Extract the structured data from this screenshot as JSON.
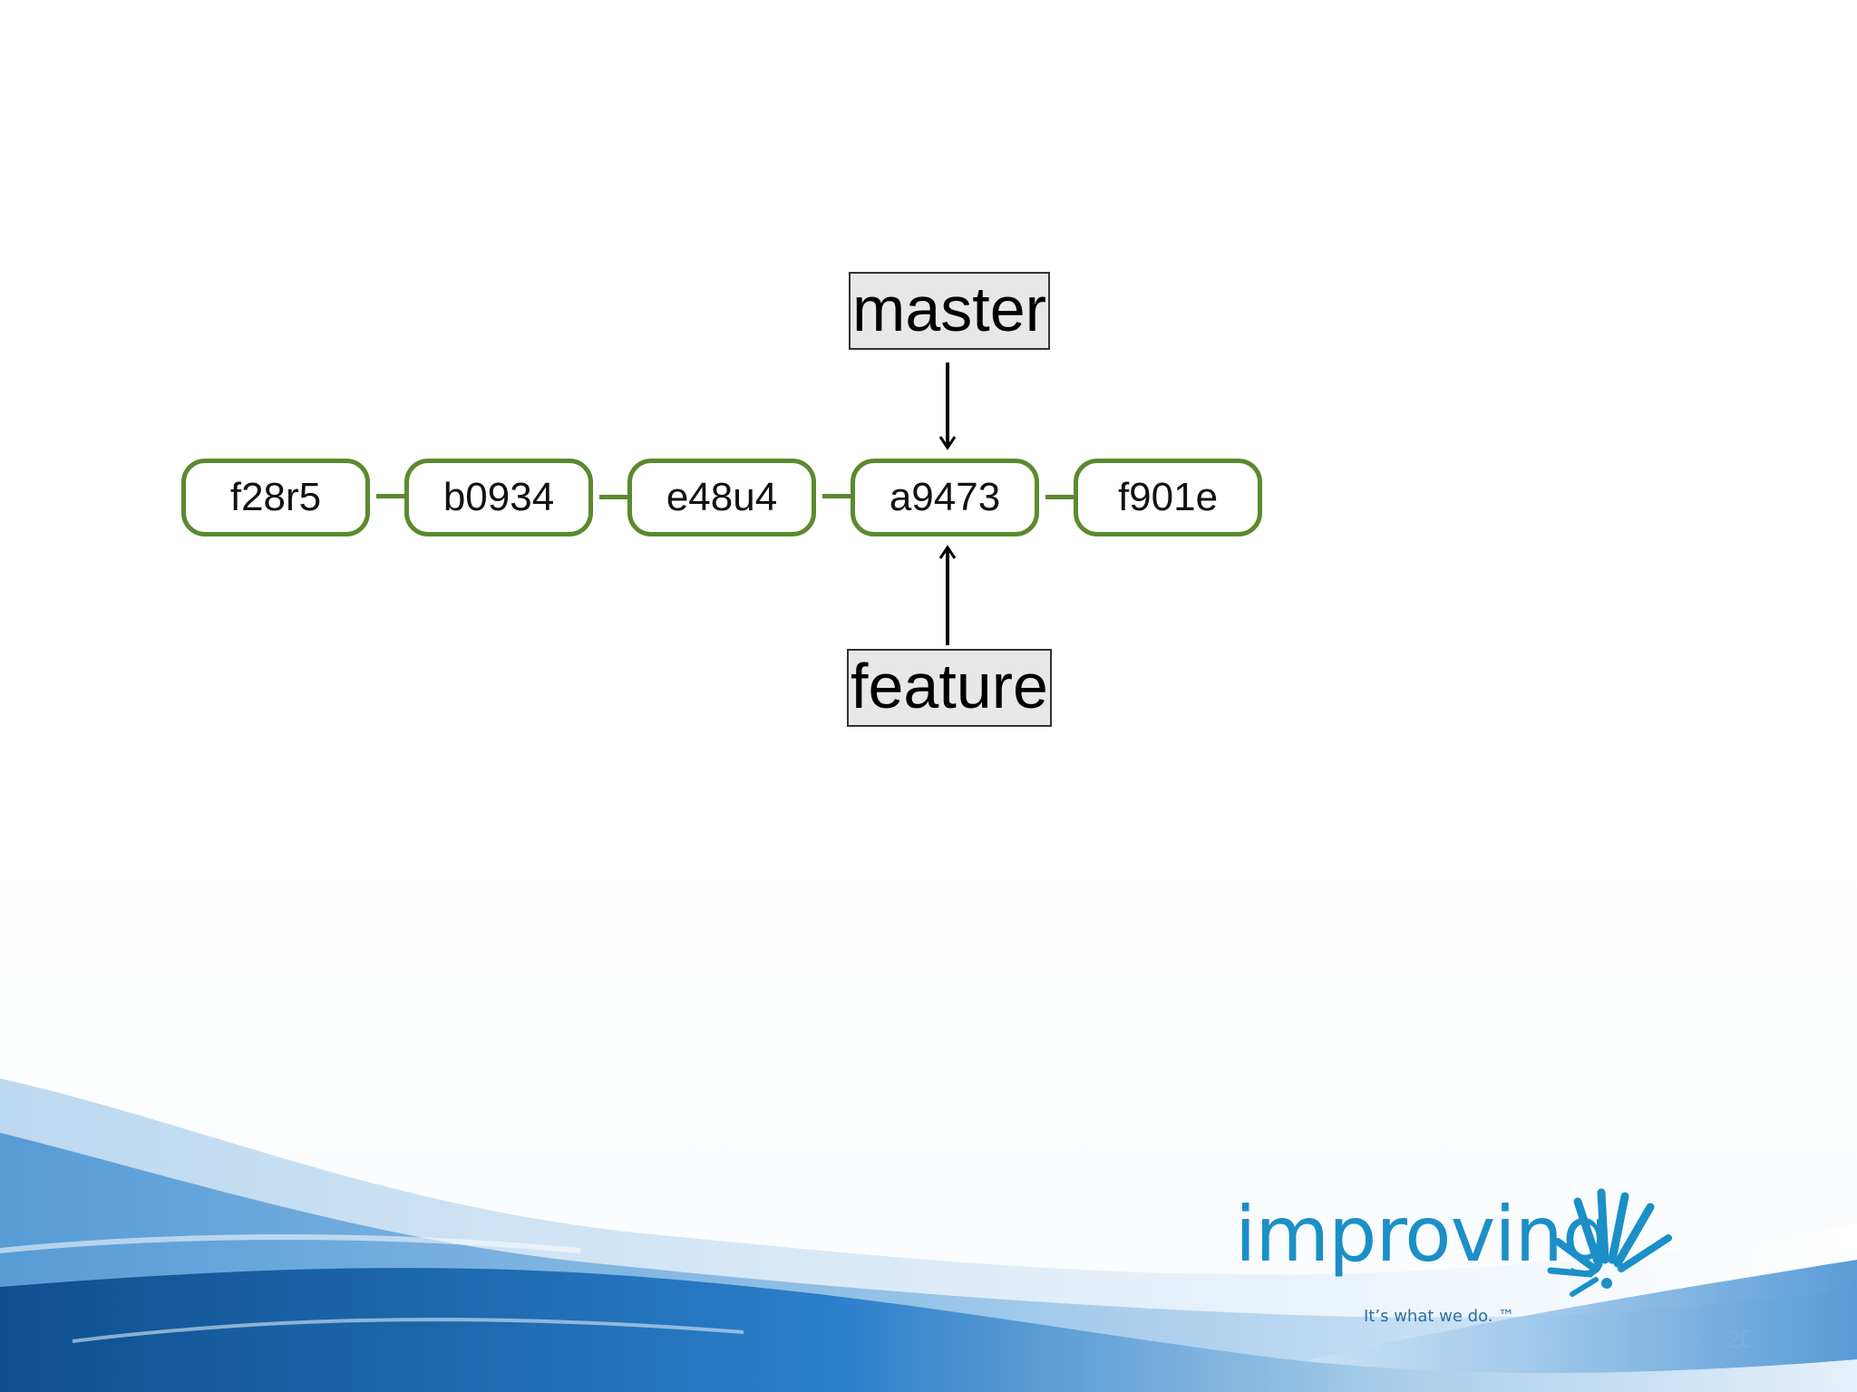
{
  "diagram": {
    "commits": [
      "f28r5",
      "b0934",
      "e48u4",
      "a9473",
      "f901e"
    ],
    "branches": {
      "master": "master",
      "feature": "feature"
    },
    "colors": {
      "commit_border": "#5a8a2e",
      "label_fill": "#e8e8e8",
      "arrow": "#000000"
    }
  },
  "footer": {
    "logo_text": "improving",
    "logo_tagline": "It’s what we do. ™",
    "page_number": "20",
    "colors": {
      "brand_blue": "#1b8fc7",
      "wave_blue": "#1f6fb5"
    }
  }
}
